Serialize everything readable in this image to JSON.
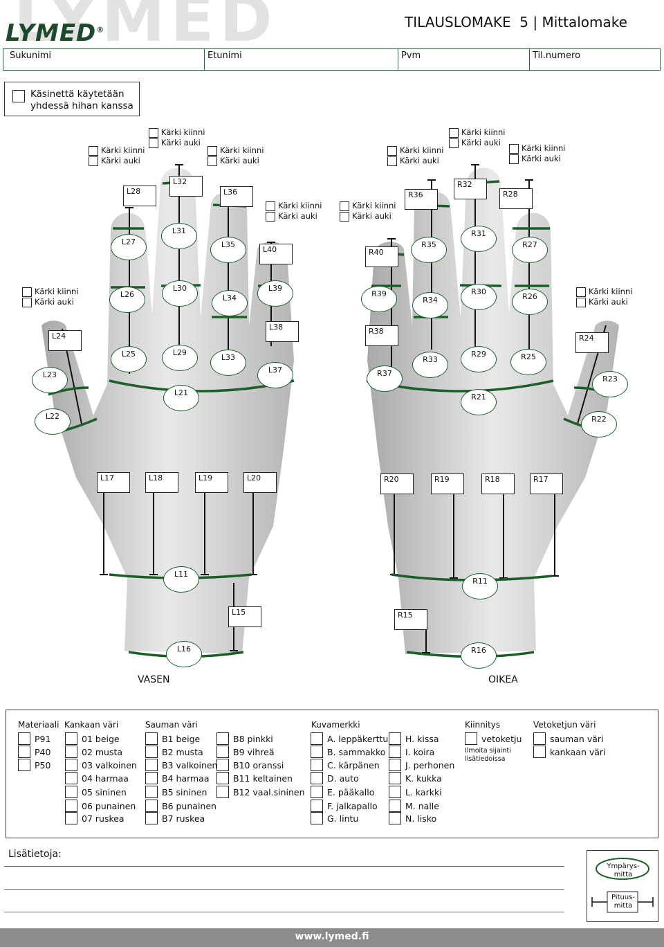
{
  "brand": {
    "logo_text": "LYMED",
    "registered": "®",
    "watermark": "LYMED"
  },
  "title": "TILAUSLOMAKE  5 | Mittalomake",
  "header_fields": [
    "Sukunimi",
    "Etunimi",
    "Pvm",
    "Til.numero"
  ],
  "glove_with_strap": "Käsinettä käytetään yhdessä hihan kanssa",
  "tip_options": {
    "closed": "Kärki kiinni",
    "open": "Kärki auki"
  },
  "measure_labels": {
    "left": [
      "L15",
      "L16",
      "L17",
      "L18",
      "L19",
      "L20",
      "L11",
      "L21",
      "L22",
      "L23",
      "L24",
      "L25",
      "L26",
      "L27",
      "L28",
      "L29",
      "L30",
      "L31",
      "L32",
      "L33",
      "L34",
      "L35",
      "L36",
      "L37",
      "L38",
      "L39",
      "L40"
    ],
    "right": [
      "R15",
      "R16",
      "R17",
      "R18",
      "R19",
      "R20",
      "R11",
      "R21",
      "R22",
      "R23",
      "R24",
      "R25",
      "R26",
      "R27",
      "R28",
      "R29",
      "R30",
      "R31",
      "R32",
      "R33",
      "R34",
      "R35",
      "R36",
      "R37",
      "R38",
      "R39",
      "R40"
    ]
  },
  "hands": {
    "left": "VASEN",
    "right": "OIKEA"
  },
  "materials": {
    "headers": {
      "material": "Materiaali",
      "fabric_color": "Kankaan väri",
      "seam_color": "Sauman väri",
      "motif": "Kuvamerkki",
      "fastening": "Kiinnitys",
      "zipper_color": "Vetoketjun väri"
    },
    "material_items": [
      "P91",
      "P40",
      "P50"
    ],
    "fabric_colors": [
      "01 beige",
      "02 musta",
      "03 valkoinen",
      "04 harmaa",
      "05 sininen",
      "06 punainen",
      "07 ruskea"
    ],
    "seam_colors_a": [
      "B1 beige",
      "B2 musta",
      "B3 valkoinen",
      "B4 harmaa",
      "B5 sininen",
      "B6 punainen",
      "B7 ruskea"
    ],
    "seam_colors_b": [
      "B8 pinkki",
      "B9 vihreä",
      "B10 oranssi",
      "B11 keltainen",
      "B12 vaal.sininen"
    ],
    "motifs_a": [
      "A. leppäkerttu",
      "B. sammakko",
      "C. kärpänen",
      "D. auto",
      "E. pääkallo",
      "F. jalkapallo",
      "G. lintu"
    ],
    "motifs_b": [
      "H. kissa",
      "I. koira",
      "J. perhonen",
      "K. kukka",
      "L. karkki",
      "M. nalle",
      "N. lisko"
    ],
    "fastening_item": "vetoketju",
    "fastening_note": "Ilmoita sijainti lisätiedoissa",
    "zipper_colors": [
      "sauman väri",
      "kankaan väri"
    ]
  },
  "extra_info_label": "Lisätietoja:",
  "legend": {
    "circumference": "Ympärys-\nmitta",
    "length": "Pituus-\nmitta"
  },
  "footer_url": "www.lymed.fi",
  "colors": {
    "green": "#1c5e28",
    "header_border": "#1f6b36",
    "footer_bg": "#8c8c8c",
    "logo": "#1d4a2b"
  }
}
